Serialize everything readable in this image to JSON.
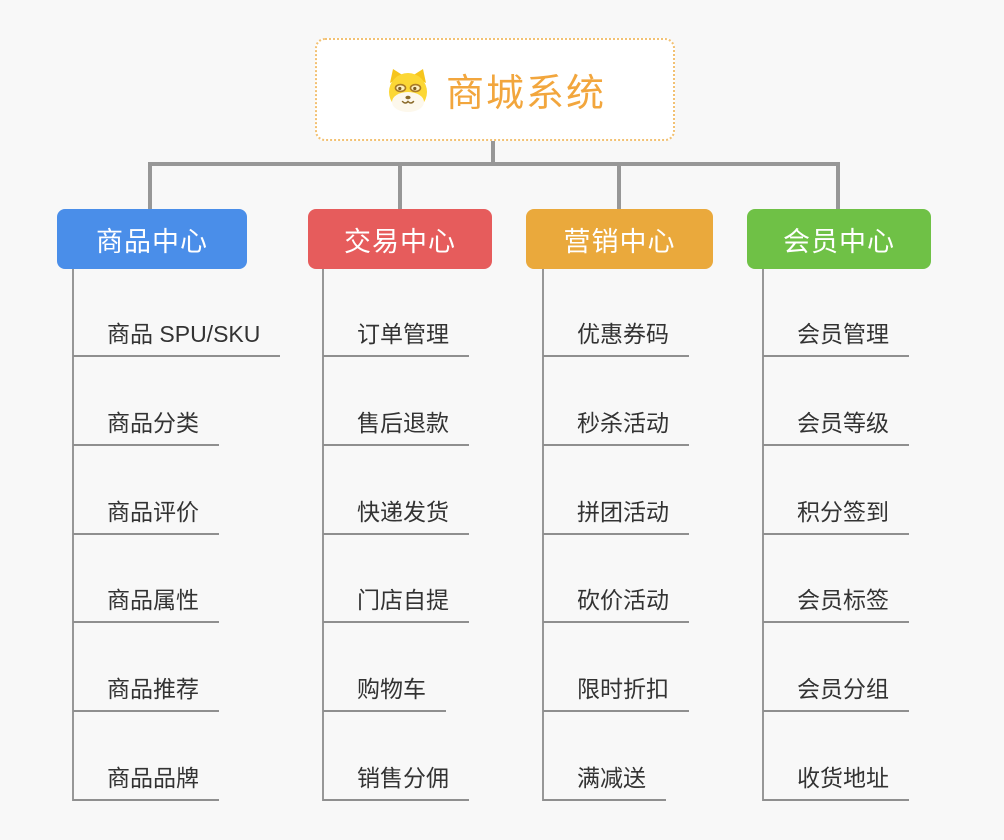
{
  "root": {
    "title": "商城系统",
    "icon": "doge-icon",
    "accent_color": "#f2a63d",
    "border_color": "#f2c173"
  },
  "connector_color": "#979797",
  "leaf_text_color": "#333333",
  "branches": [
    {
      "label": "商品中心",
      "color": "#4a8ee9",
      "children": [
        "商品 SPU/SKU",
        "商品分类",
        "商品评价",
        "商品属性",
        "商品推荐",
        "商品品牌"
      ]
    },
    {
      "label": "交易中心",
      "color": "#e65c5c",
      "children": [
        "订单管理",
        "售后退款",
        "快递发货",
        "门店自提",
        "购物车",
        "销售分佣"
      ]
    },
    {
      "label": "营销中心",
      "color": "#eaa93c",
      "children": [
        "优惠券码",
        "秒杀活动",
        "拼团活动",
        "砍价活动",
        "限时折扣",
        "满减送"
      ]
    },
    {
      "label": "会员中心",
      "color": "#6fc146",
      "children": [
        "会员管理",
        "会员等级",
        "积分签到",
        "会员标签",
        "会员分组",
        "收货地址"
      ]
    }
  ]
}
